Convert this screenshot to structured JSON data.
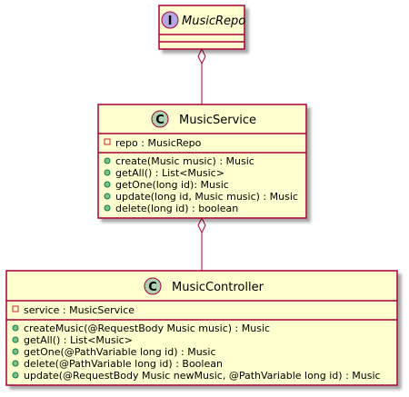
{
  "colors": {
    "class_fill": "#fefece",
    "class_border": "#a80036",
    "shadow": "#c8c8c8",
    "interface_badge": "#b4a7e5",
    "class_badge": "#add1b2",
    "badge_border": "#a80036",
    "member_private_stroke": "#c82930",
    "member_public_fill": "#84be84",
    "member_public_stroke": "#038048",
    "link": "#a80036"
  },
  "diagram": {
    "music_repo": {
      "badge": "I",
      "name": "MusicRepo"
    },
    "music_service": {
      "badge": "C",
      "name": "MusicService",
      "fields": [
        "repo : MusicRepo"
      ],
      "methods": [
        "create(Music music) : Music",
        "getAll() : List<Music>",
        "getOne(long id): Music",
        "update(long id, Music music) : Music",
        "delete(long id) : boolean"
      ]
    },
    "music_controller": {
      "badge": "C",
      "name": "MusicController",
      "fields": [
        "service : MusicService"
      ],
      "methods": [
        "createMusic(@RequestBody Music music) : Music",
        "getAll() : List<Music>",
        "getOne(@PathVariable long id) : Music",
        "delete(@PathVariable long id) : Boolean",
        "update(@RequestBody Music newMusic, @PathVariable long id) : Music"
      ]
    }
  }
}
